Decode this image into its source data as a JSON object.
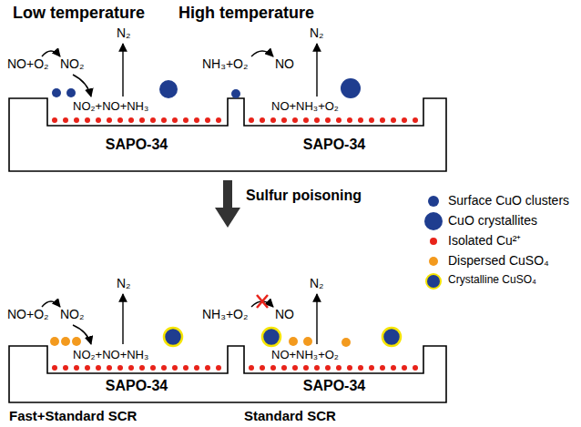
{
  "diagram": {
    "nodes": [
      {
        "text": [
          "SAPO-34"
        ]
      },
      {
        "text": [
          "SAPO-34"
        ]
      },
      {
        "text": [
          "SAPO-34"
        ]
      },
      {
        "text": [
          "SAPO-34"
        ]
      }
    ],
    "edges": [],
    "labels": [
      "Low temperature",
      "High temperature",
      "NO+O₂",
      "NO₂",
      "N₂",
      "NO₂+NO+NH₃",
      "NH₃+O₂",
      "NO",
      "N₂",
      "NO+NH₃+O₂",
      "Sulfur poisoning",
      "NO+O₂",
      "NO₂",
      "N₂",
      "NO₂+NO+NH₃",
      "NH₃+O₂",
      "NO",
      "N₂",
      "NO+NH₃+O₂",
      "Fast+Standard SCR",
      "Standard SCR"
    ],
    "legend": [
      {
        "text": "Surface CuO clusters",
        "color": "#1f3d8f"
      },
      {
        "text": "CuO crystallites",
        "color": "#1f3d8f"
      },
      {
        "text": "Isolated Cu²⁺",
        "color": "#e8231a"
      },
      {
        "text": "Dispersed CuSO₄",
        "color": "#f39a1e"
      },
      {
        "text": "Crystalline CuSO₄",
        "color": "#1f3d8f"
      }
    ]
  }
}
